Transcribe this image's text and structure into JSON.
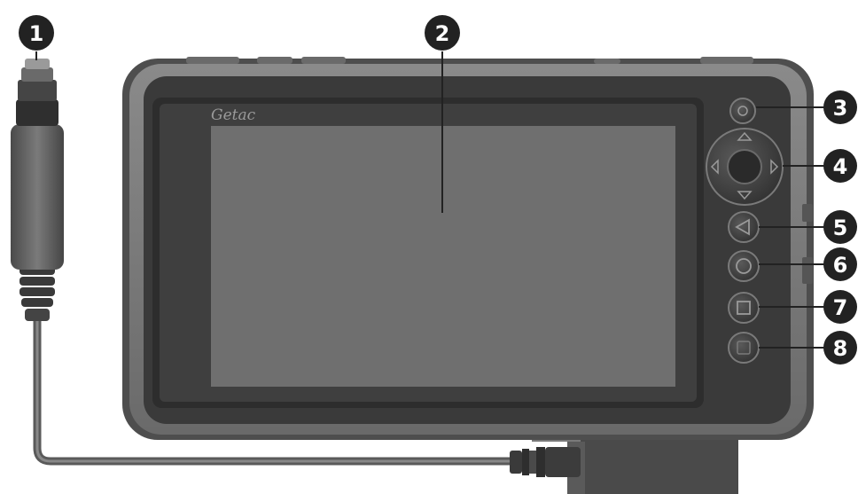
{
  "device": {
    "brand": "Getac"
  },
  "callouts": [
    {
      "number": "1",
      "part": "cable-connector"
    },
    {
      "number": "2",
      "part": "display"
    },
    {
      "number": "3",
      "part": "power-button"
    },
    {
      "number": "4",
      "part": "directional-pad"
    },
    {
      "number": "5",
      "part": "back-button"
    },
    {
      "number": "6",
      "part": "home-button"
    },
    {
      "number": "7",
      "part": "recent-apps-button"
    },
    {
      "number": "8",
      "part": "function-button"
    }
  ],
  "colors": {
    "callout_fill": "#222222",
    "callout_text": "#ffffff",
    "leader_line": "#222222",
    "bezel": "#5c5c5c",
    "screen": "#6f6f6f"
  }
}
